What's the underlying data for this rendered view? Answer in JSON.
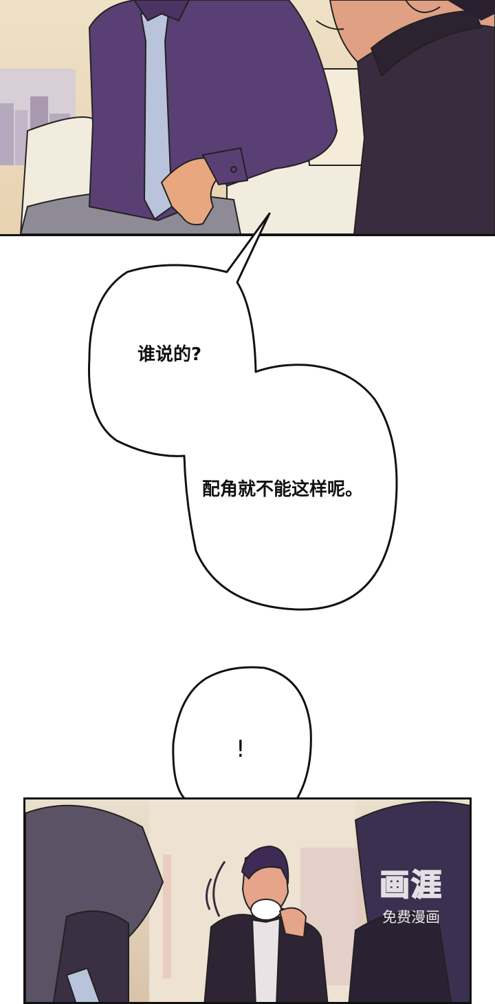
{
  "dialogue": {
    "line1": "谁说的?",
    "line2": "配角就不能这样呢。",
    "exclaim": "!"
  },
  "watermark": {
    "logo": "画涯",
    "subtitle": "免费漫画"
  },
  "colors": {
    "shirt_purple": "#5a3f75",
    "jacket_dark": "#3a2c3f",
    "skin": "#e8a77f",
    "tie_blue": "#b9c4dc",
    "sofa": "#f2ecdf",
    "ink": "#111111"
  }
}
